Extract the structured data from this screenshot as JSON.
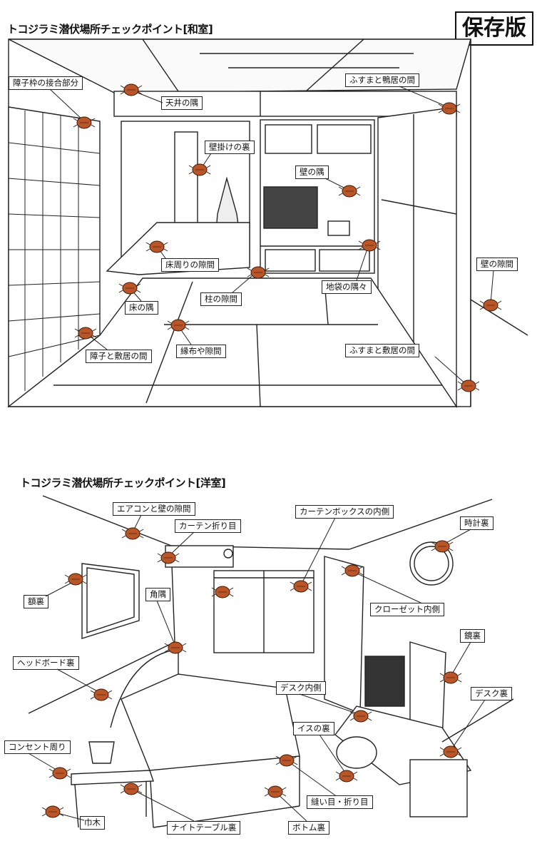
{
  "badge": "保存版",
  "washitsu": {
    "title": "トコジラミ潜伏場所チェックポイント[和室]",
    "labels": {
      "shoji_joint": "障子枠の接合部分",
      "ceiling_corner": "天井の隅",
      "fusuma_kamoi": "ふすまと鴨居の間",
      "kakejiku_back": "壁掛けの裏",
      "wall_corner": "壁の隅",
      "toko_gap": "床周りの隙間",
      "wall_gap": "壁の隙間",
      "chibukuro": "地袋の隅々",
      "pillar_gap": "柱の隙間",
      "floor_corner": "床の隅",
      "heri_gap": "縁布や隙間",
      "shoji_shikii": "障子と敷居の間",
      "fusuma_shikii": "ふすまと敷居の間"
    }
  },
  "yoshitsu": {
    "title": "トコジラミ潜伏場所チェックポイント[洋室]",
    "labels": {
      "aircon_gap": "エアコンと壁の隙間",
      "curtain_box": "カーテンボックスの内側",
      "curtain_fold": "カーテン折り目",
      "clock_back": "時計裏",
      "frame_back": "額裏",
      "corner": "角隅",
      "closet": "クローゼット内側",
      "mirror_back": "鏡裏",
      "headboard": "ヘッドボード裏",
      "desk_back": "デスク裏",
      "desk_inside": "デスク内側",
      "outlet": "コンセント周り",
      "chair_back": "イスの裏",
      "seam_fold": "縫い目・折り目",
      "baseboard": "巾木",
      "nightstand": "ナイトテーブル裏",
      "bottom": "ボトム裏"
    }
  }
}
